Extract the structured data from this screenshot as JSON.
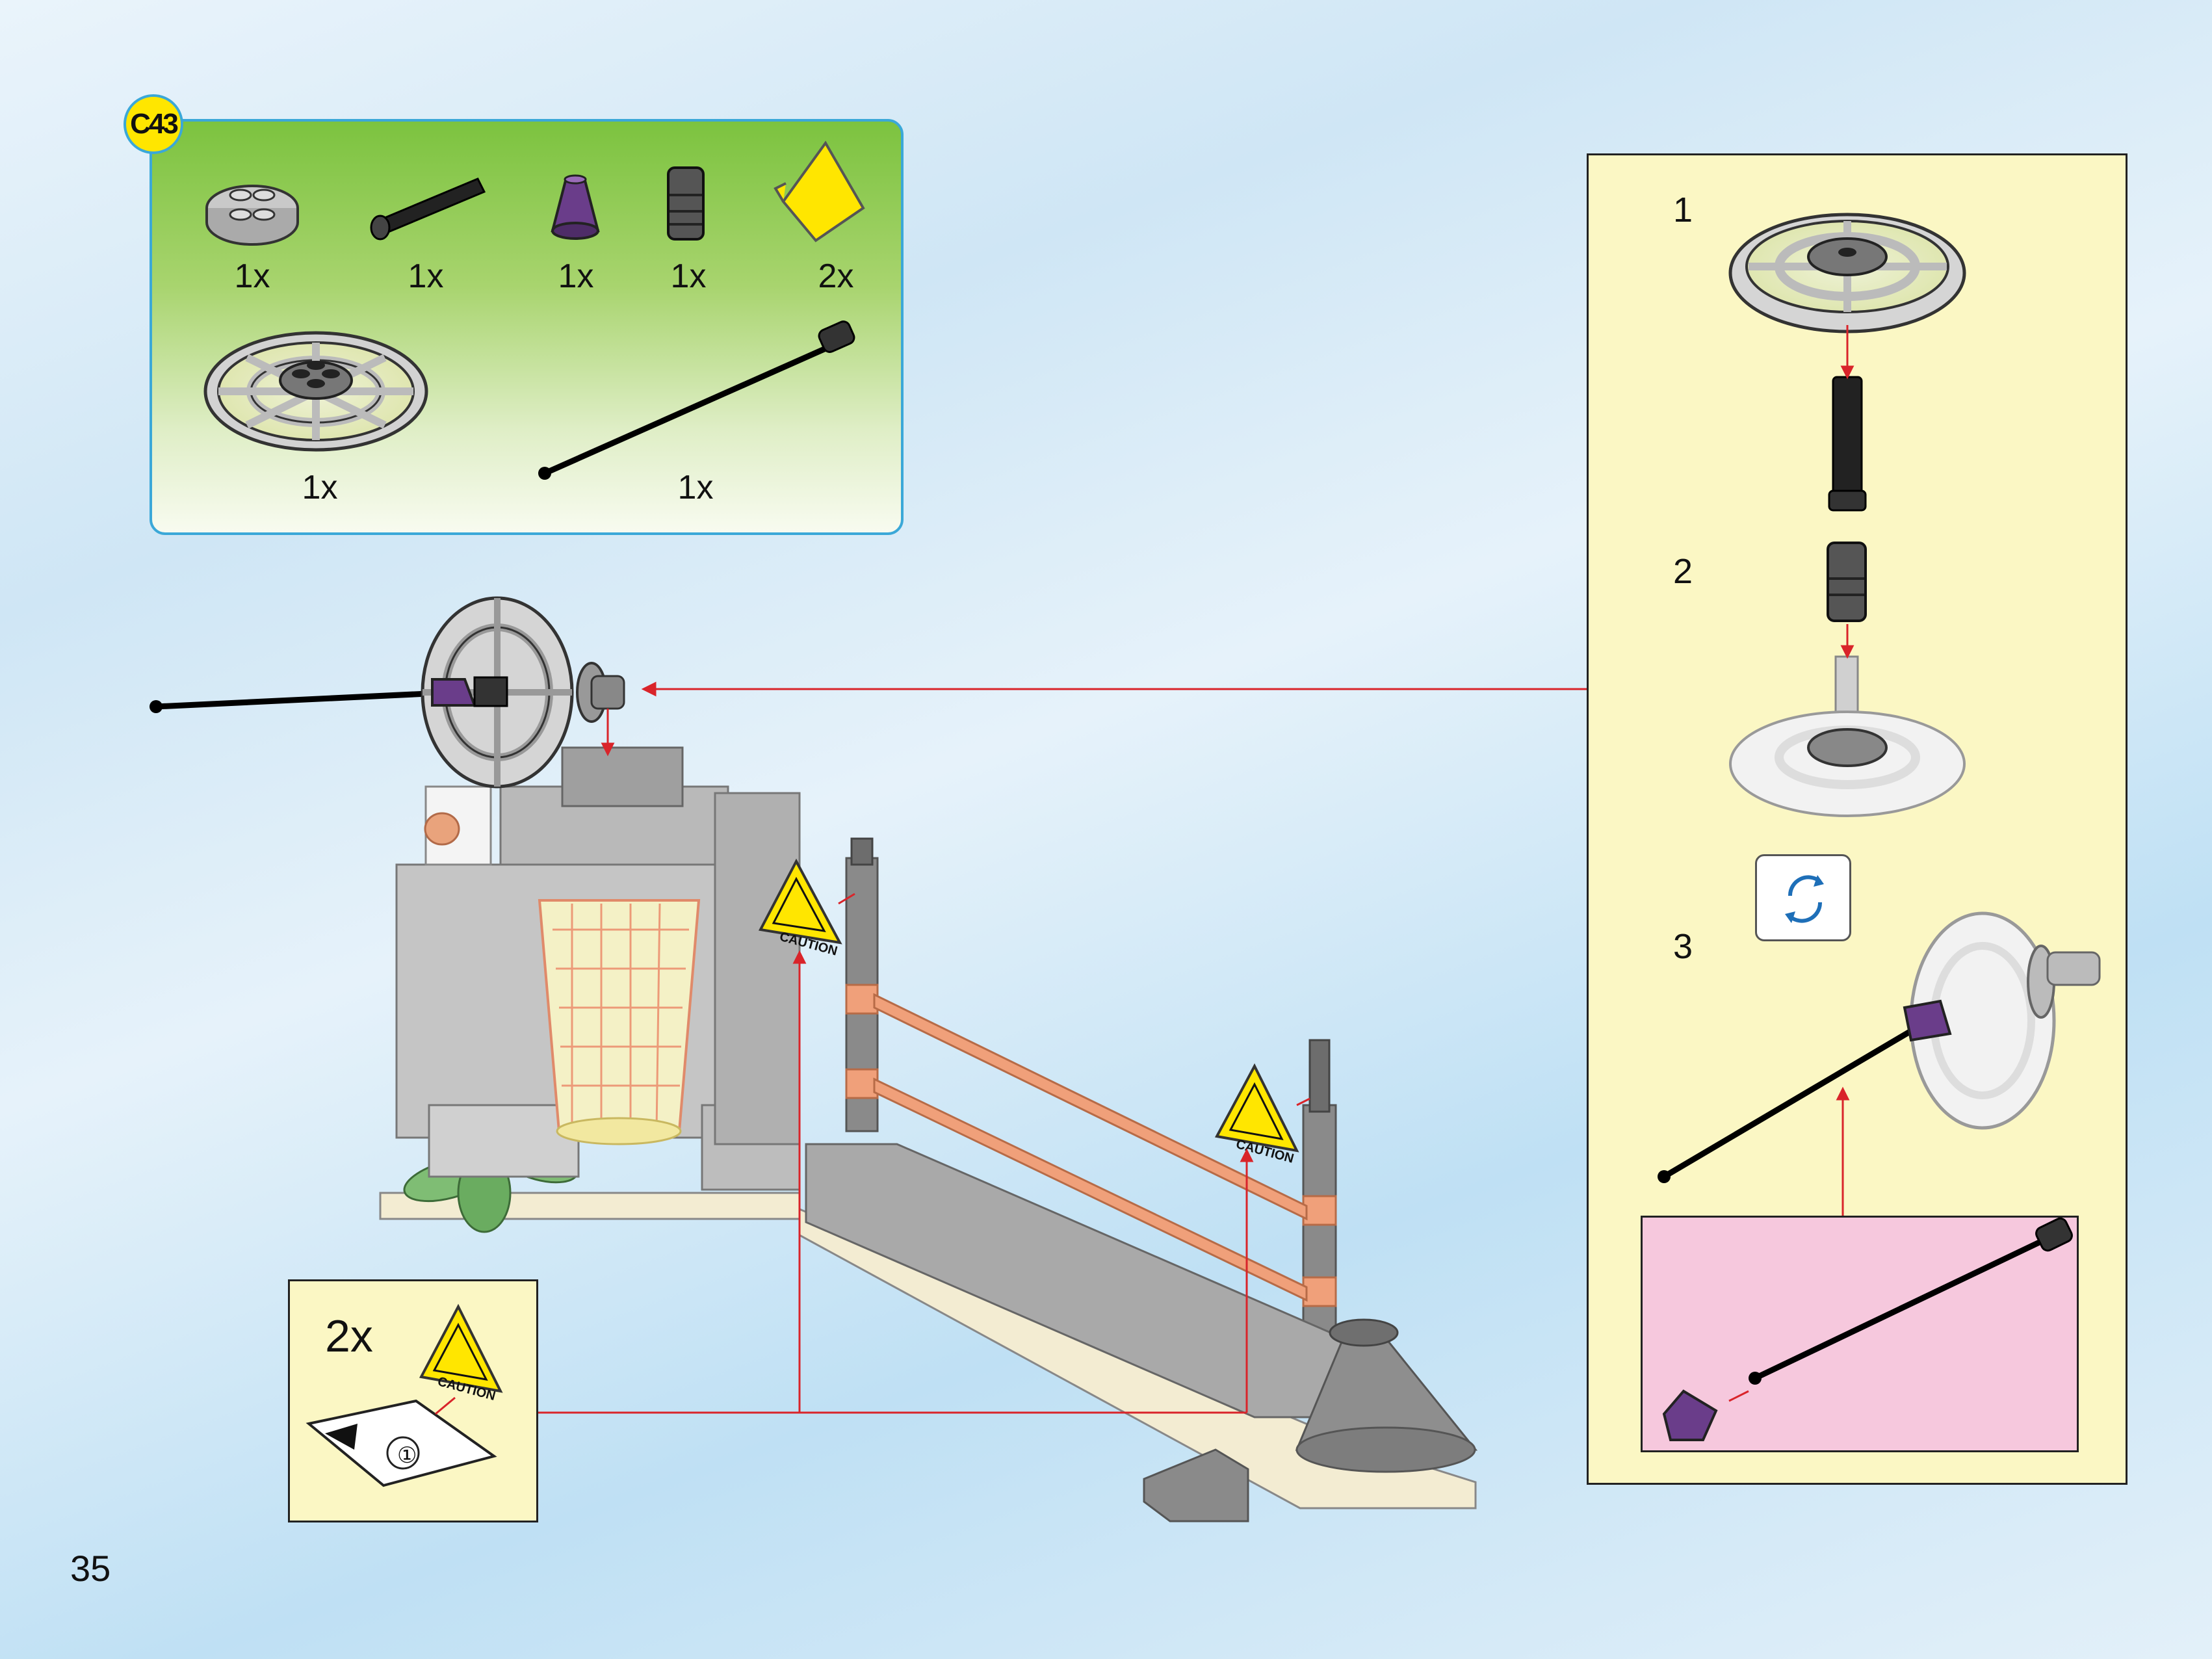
{
  "parts_list": {
    "step_label": "C43",
    "items": [
      {
        "name": "gray-round-plate-2x2-icon",
        "qty": "1x"
      },
      {
        "name": "black-axle-icon",
        "qty": "1x"
      },
      {
        "name": "purple-cone-icon",
        "qty": "1x"
      },
      {
        "name": "dark-gray-connector-icon",
        "qty": "1x"
      },
      {
        "name": "yellow-caution-sign-icon",
        "qty": "2x"
      },
      {
        "name": "gray-radar-dish-icon",
        "qty": "1x"
      },
      {
        "name": "black-antenna-icon",
        "qty": "1x"
      }
    ]
  },
  "subassembly": {
    "steps": [
      {
        "number": "1"
      },
      {
        "number": "2"
      },
      {
        "number": "3"
      }
    ],
    "rotate_icon": "rotate-arrows-icon"
  },
  "sticker_callout": {
    "qty": "2x",
    "sticker_number": "①",
    "sign_text": "CAUTION"
  },
  "model_signs": {
    "sign_text": "CAUTION"
  },
  "page": {
    "number": "35"
  },
  "colors": {
    "callout_line": "#d9242a",
    "parts_border": "#3ba8d8",
    "badge_yellow": "#ffe600",
    "panel_yellow": "#fbf7c4",
    "pink": "#f6c8dd",
    "purple": "#6a3d8a",
    "orange": "#e9956a"
  }
}
